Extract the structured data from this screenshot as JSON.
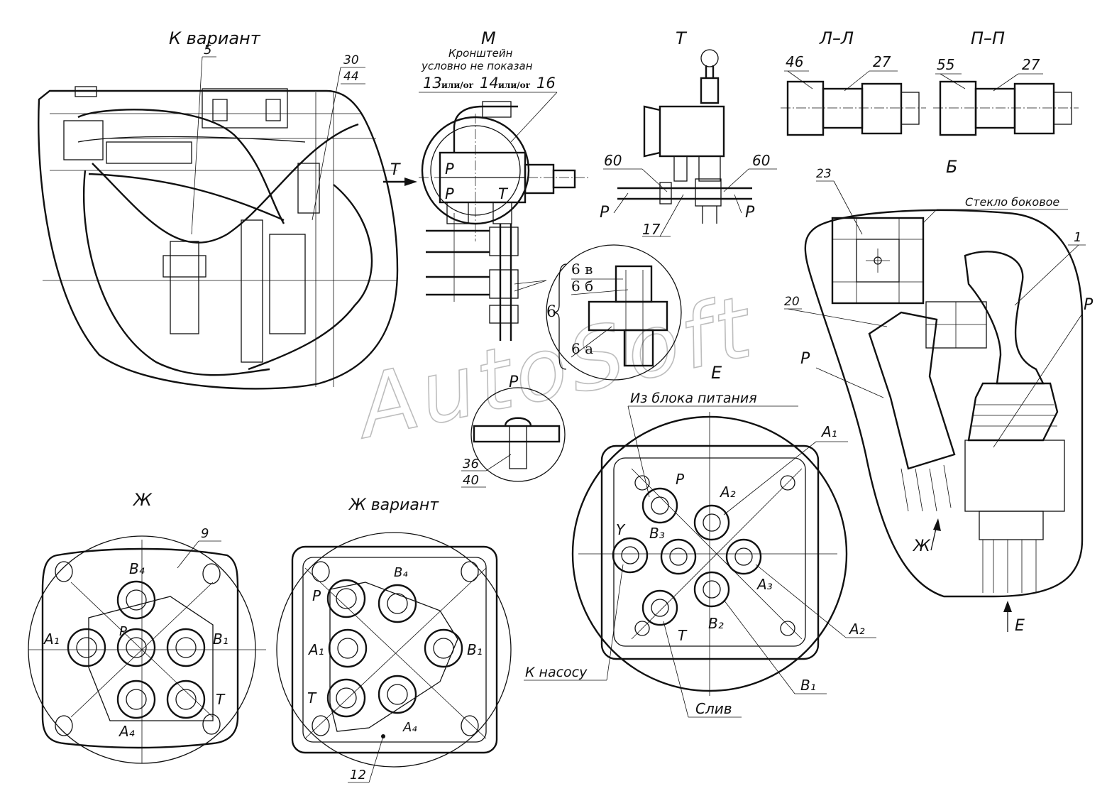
{
  "views": {
    "k_variant": "К вариант",
    "m": "М",
    "m_note_1": "Кронштейн",
    "m_note_2": "условно не показан",
    "m_parts_13": "13",
    "m_parts_or1": "или/or",
    "m_parts_14": "14",
    "m_parts_or2": "или/or",
    "m_parts_16": "16",
    "t": "Т",
    "ll": "Л–Л",
    "pp": "П–П",
    "b": "Б",
    "p_detail": "Р",
    "e": "Е",
    "zh": "Ж",
    "zh_variant": "Ж вариант",
    "side_glass": "Стекло боковое",
    "from_power_block": "Из блока питания",
    "to_pump": "К насосу",
    "drain": "Слив"
  },
  "callouts": {
    "n5": "5",
    "n30": "30",
    "n44": "44",
    "n60a": "60",
    "n60b": "60",
    "n17": "17",
    "n46": "46",
    "n27a": "27",
    "n55": "55",
    "n27b": "27",
    "n23": "23",
    "n1": "1",
    "n20": "20",
    "n36": "36",
    "n40": "40",
    "n9": "9",
    "n12": "12",
    "n6": "6",
    "n6a": "6 а",
    "n6b": "6 б",
    "n6v": "6 в"
  },
  "ports": {
    "P": "P",
    "T": "T",
    "Y": "Y",
    "A1": "A₁",
    "A2": "A₂",
    "A3": "A₃",
    "A4": "A₄",
    "B1": "B₁",
    "B2": "B₂",
    "B3": "B₃",
    "B4": "B₄"
  },
  "watermark": "AutoSoft"
}
